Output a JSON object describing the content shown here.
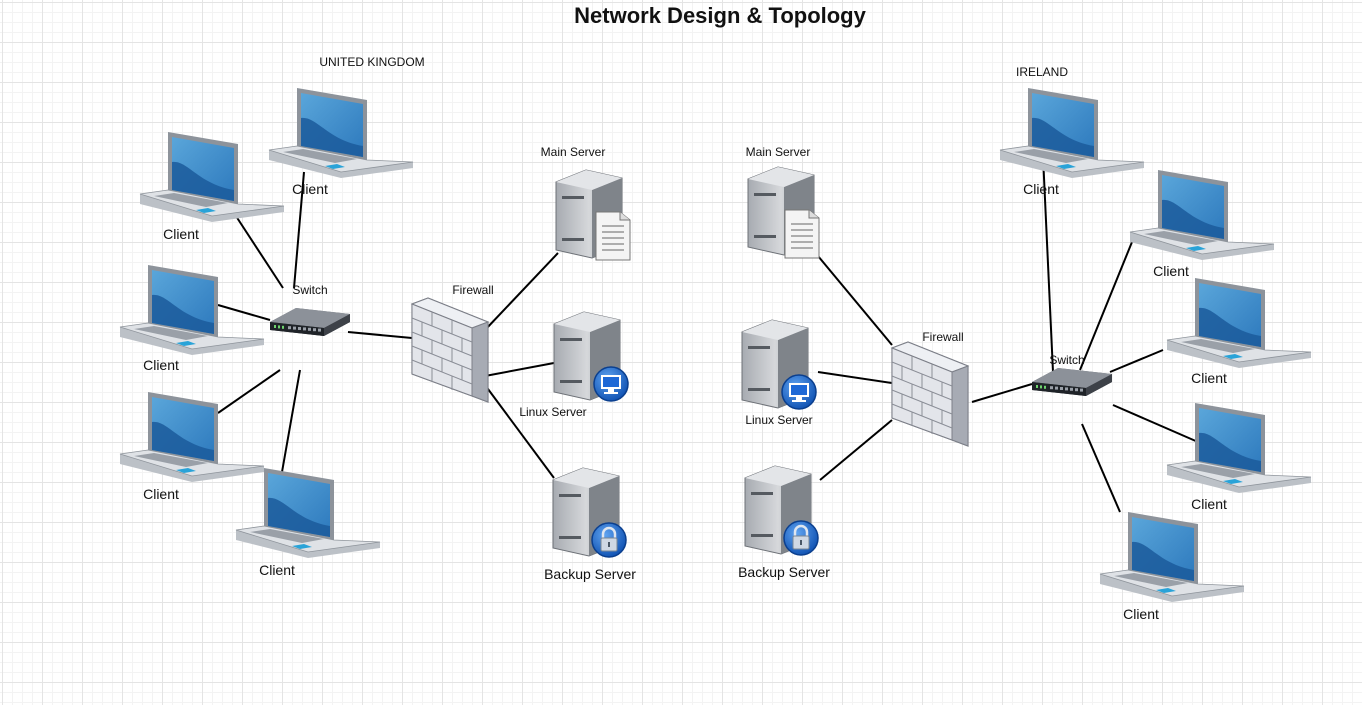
{
  "title": "Network Design & Topology",
  "regions": {
    "uk": "UNITED KINGDOM",
    "ie": "IRELAND"
  },
  "labels": {
    "client": "Client",
    "switch": "Switch",
    "firewall": "Firewall",
    "main_server": "Main Server",
    "linux_server": "Linux Server",
    "backup_server": "Backup Server"
  },
  "colors": {
    "screen": "#2e7fc0",
    "wave": "#1a5a9a",
    "laptop_body": "#cfd3d8",
    "server": "#c3c6ca",
    "firewall": "#d9dbe2",
    "badge": "#1560c8",
    "link": "#000000"
  }
}
